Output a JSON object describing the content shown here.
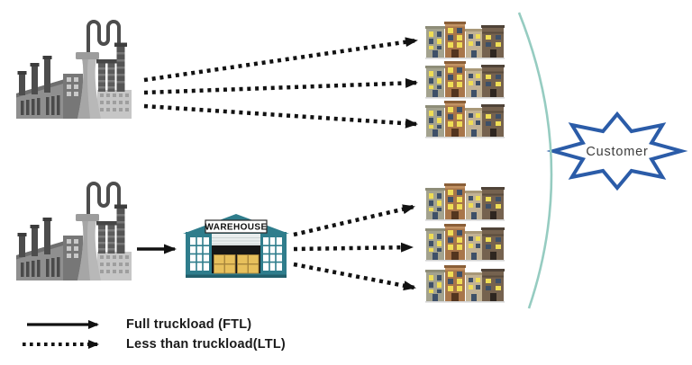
{
  "labels": {
    "warehouse": "WAREHOUSE",
    "customer": "Customer"
  },
  "legend": {
    "ftl": {
      "label": "Full truckload (FTL)",
      "line_style": "solid"
    },
    "ltl": {
      "label": "Less than truckload(LTL)",
      "line_style": "dotted"
    }
  },
  "structure": {
    "factories": 2,
    "direct_ltl_routes_from_top_factory": 3,
    "ftl_routes_to_warehouse": 1,
    "ltl_routes_from_warehouse": 3,
    "building_rows_top_group": 3,
    "building_rows_bottom_group": 3
  },
  "colors": {
    "warehouse_teal": "#2f7d8c",
    "group_brace_teal": "#96ccc1",
    "customer_star_blue": "#2b5ca8",
    "arrow_black": "#121212",
    "factory_gray": "#8f8f8f",
    "box_yellow": "#e7c05c",
    "lit_window_yellow": "#efdd55"
  },
  "icons": {
    "factory": "factory-icon",
    "warehouse": "warehouse-icon",
    "buildings_row": "buildings-row-icon",
    "customer_star": "starburst-shape",
    "group_brace": "curved-brace",
    "solid_arrow": "ftl-arrow",
    "dotted_arrow": "ltl-arrow"
  }
}
